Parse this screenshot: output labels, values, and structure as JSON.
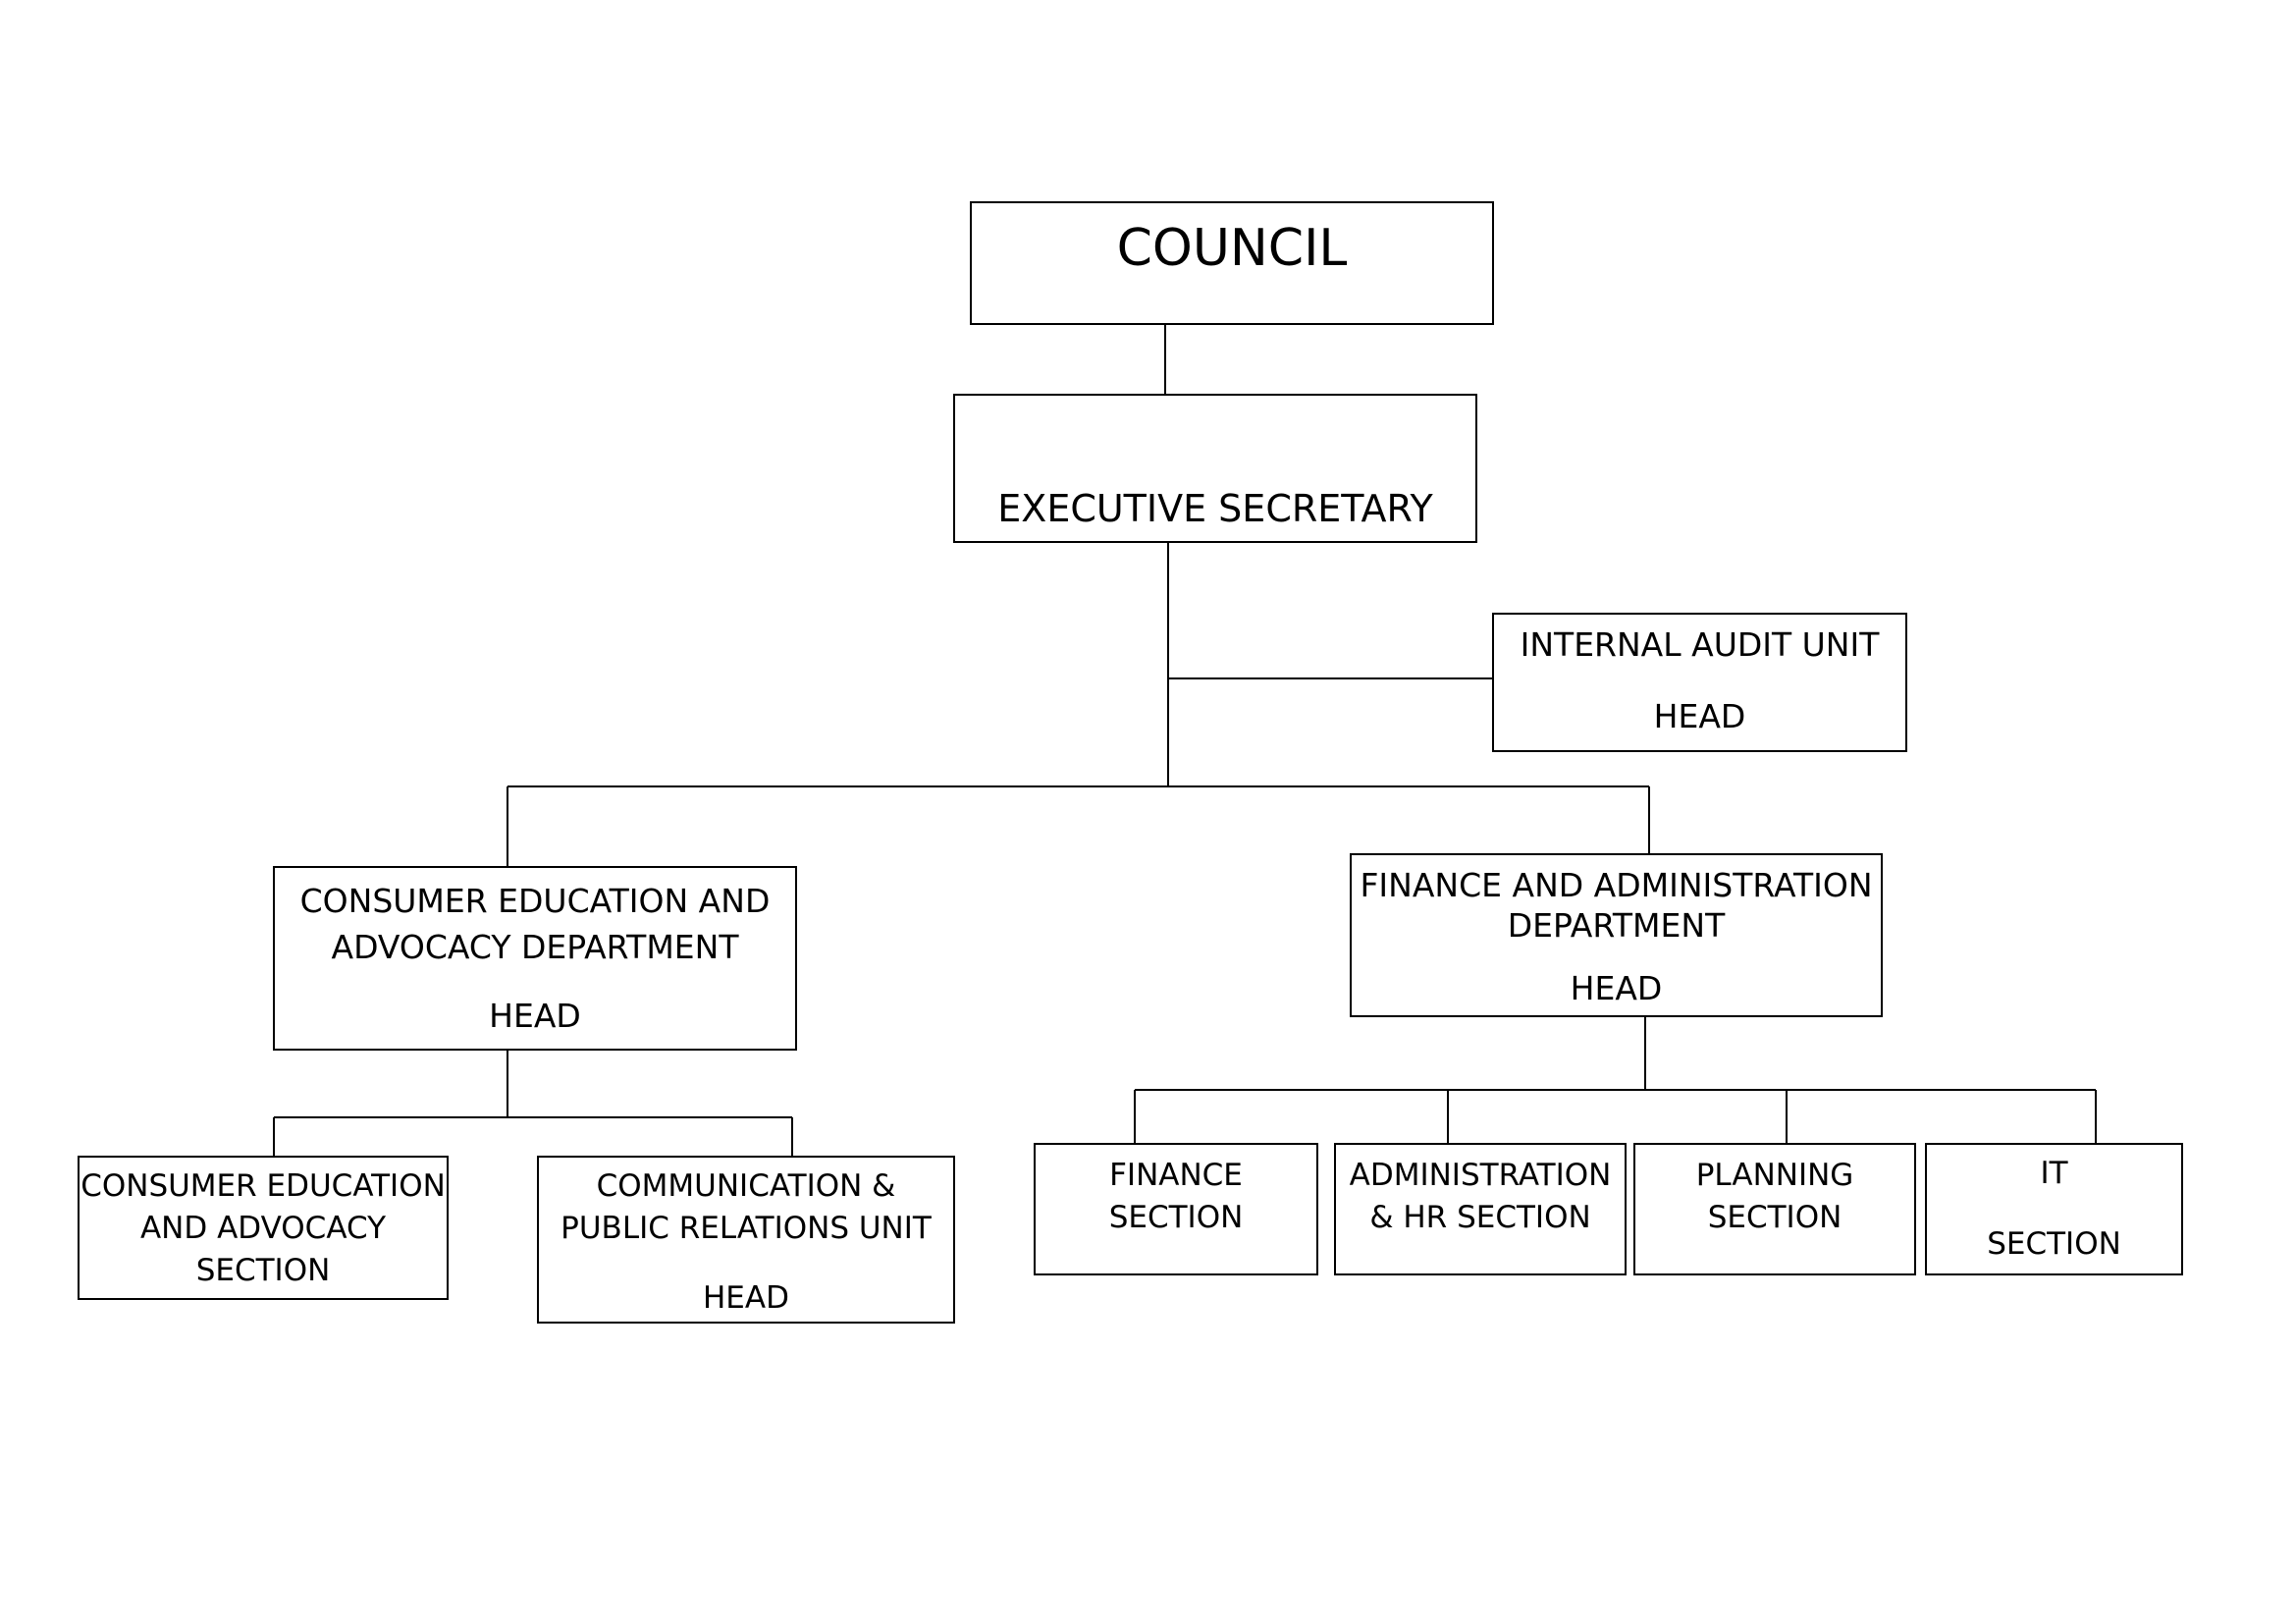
{
  "org_chart": {
    "council": {
      "label": "COUNCIL"
    },
    "executive_secretary": {
      "label": "EXECUTIVE SECRETARY"
    },
    "internal_audit": {
      "label": "INTERNAL AUDIT UNIT",
      "role": "HEAD"
    },
    "consumer_education_department": {
      "label": "CONSUMER EDUCATION AND\nADVOCACY DEPARTMENT",
      "role": "HEAD"
    },
    "finance_admin_department": {
      "label": "FINANCE AND ADMINISTRATION\nDEPARTMENT",
      "role": "HEAD"
    },
    "consumer_education_section": {
      "label": "CONSUMER EDUCATION\nAND ADVOCACY\nSECTION"
    },
    "communication_unit": {
      "label": "COMMUNICATION &\nPUBLIC RELATIONS UNIT",
      "role": "HEAD"
    },
    "finance_section": {
      "label": "FINANCE\nSECTION"
    },
    "administration_section": {
      "label": "ADMINISTRATION\n& HR SECTION"
    },
    "planning_section": {
      "label": "PLANNING\nSECTION"
    },
    "it_section": {
      "label": "IT",
      "role": "SECTION"
    }
  }
}
